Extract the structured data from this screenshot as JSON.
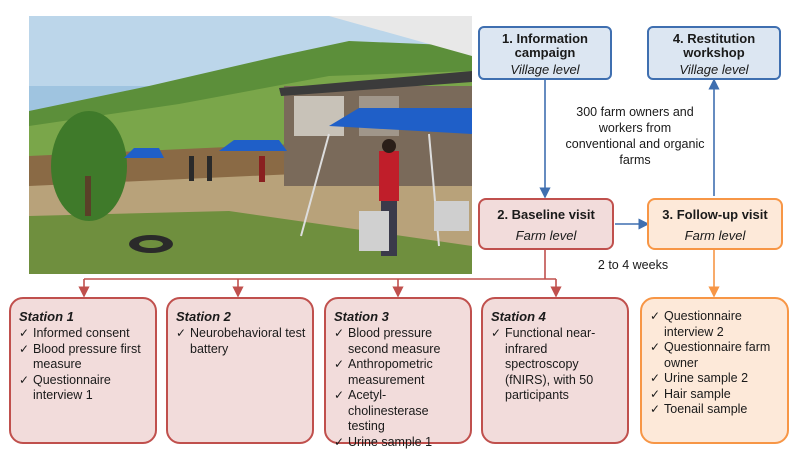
{
  "photo": {
    "description_icon": "field-photo"
  },
  "boxes": {
    "info": {
      "title_line1": "1. Information",
      "title_line2": "campaign",
      "sub": "Village level"
    },
    "restitution": {
      "title_line1": "4. Restitution",
      "title_line2": "workshop",
      "sub": "Village level"
    },
    "baseline": {
      "title": "2. Baseline visit",
      "sub": "Farm level"
    },
    "followup": {
      "title": "3. Follow-up visit",
      "sub": "Farm level"
    }
  },
  "notes": {
    "participants": [
      "300 farm owners and",
      "workers from",
      "conventional and organic",
      "farms"
    ],
    "interval": "2 to 4 weeks"
  },
  "stations": [
    {
      "title": "Station 1",
      "items": [
        "Informed consent",
        "Blood pressure first measure",
        "Questionnaire interview 1"
      ]
    },
    {
      "title": "Station 2",
      "items": [
        "Neurobehavioral test battery"
      ]
    },
    {
      "title": "Station 3",
      "items": [
        "Blood pressure second measure",
        "Anthropometric measurement",
        "Acetyl-cholinesterase testing",
        "Urine sample 1"
      ]
    },
    {
      "title": "Station 4",
      "items": [
        "Functional near-infrared spectroscopy (fNIRS), with 50 participants"
      ]
    }
  ],
  "followup_list": {
    "items": [
      "Questionnaire interview 2",
      "Questionnaire farm owner",
      "Urine sample 2",
      "Hair sample",
      "Toenail sample"
    ]
  },
  "colors": {
    "blue": "#3f6fb0",
    "red": "#c0504d",
    "orange": "#f79646"
  }
}
